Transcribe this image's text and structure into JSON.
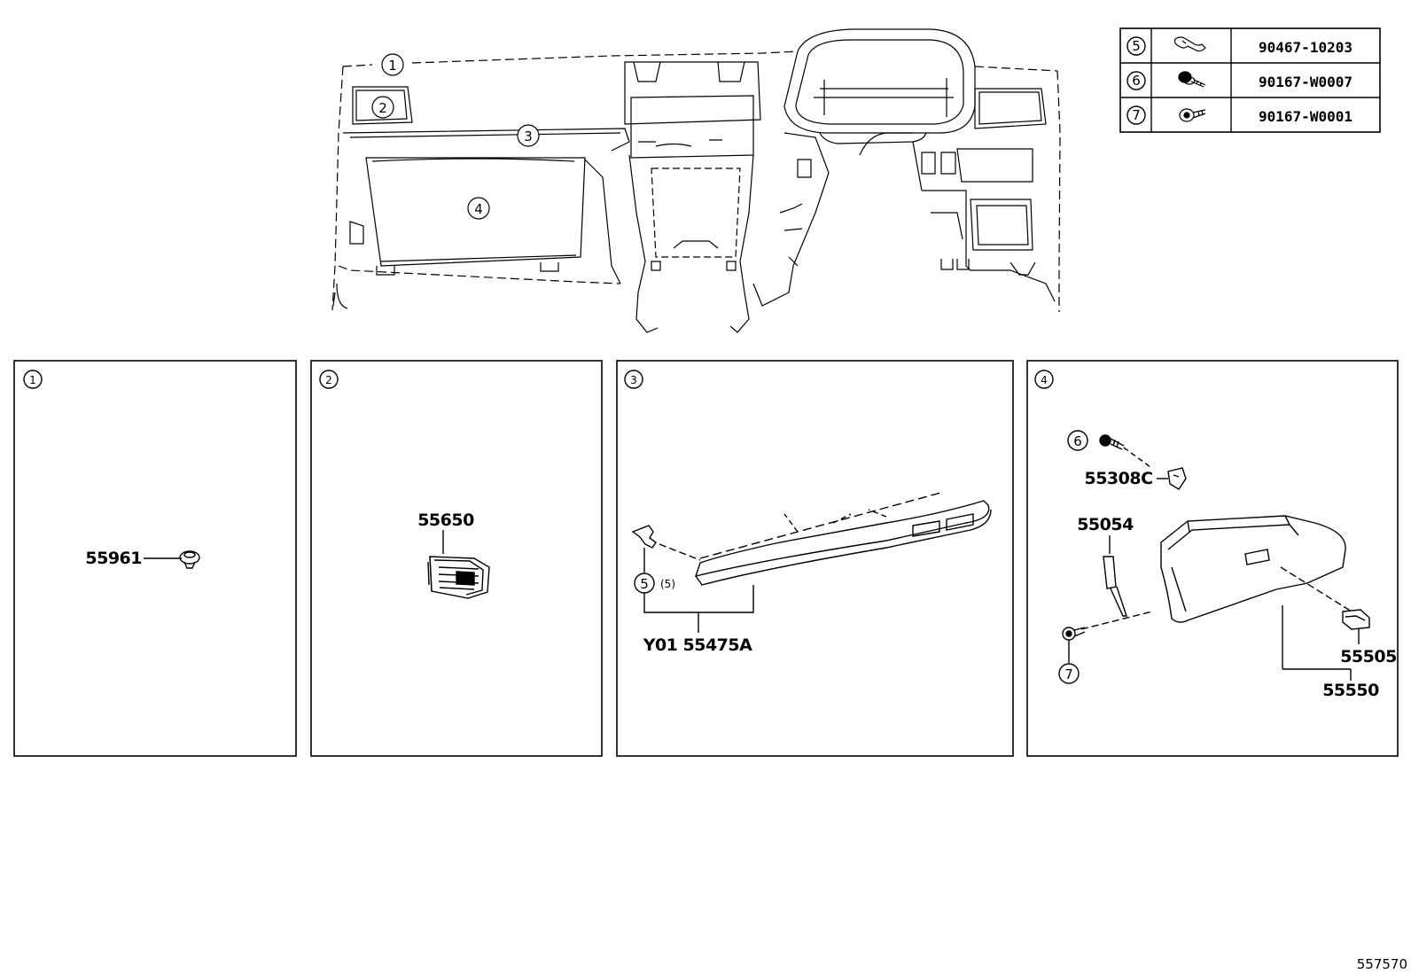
{
  "fastener_table": {
    "rows": [
      {
        "ref": "5",
        "part_no": "90467-10203",
        "icon": "clip-icon"
      },
      {
        "ref": "6",
        "part_no": "90167-W0007",
        "icon": "screw-washer-icon"
      },
      {
        "ref": "7",
        "part_no": "90167-W0001",
        "icon": "screw-icon"
      }
    ]
  },
  "overview": {
    "callouts": [
      "1",
      "2",
      "3",
      "4"
    ]
  },
  "panels": [
    {
      "index": "1",
      "parts": [
        "55961"
      ]
    },
    {
      "index": "2",
      "parts": [
        "55650"
      ]
    },
    {
      "index": "3",
      "parts": [
        "Y01 55475A"
      ],
      "fastener_ref": "5",
      "fastener_qty": "(5)"
    },
    {
      "index": "4",
      "parts": [
        "55308C",
        "55054",
        "55505",
        "55550"
      ],
      "fastener_refs": [
        "6",
        "7"
      ]
    }
  ],
  "diagram_id": "557570"
}
